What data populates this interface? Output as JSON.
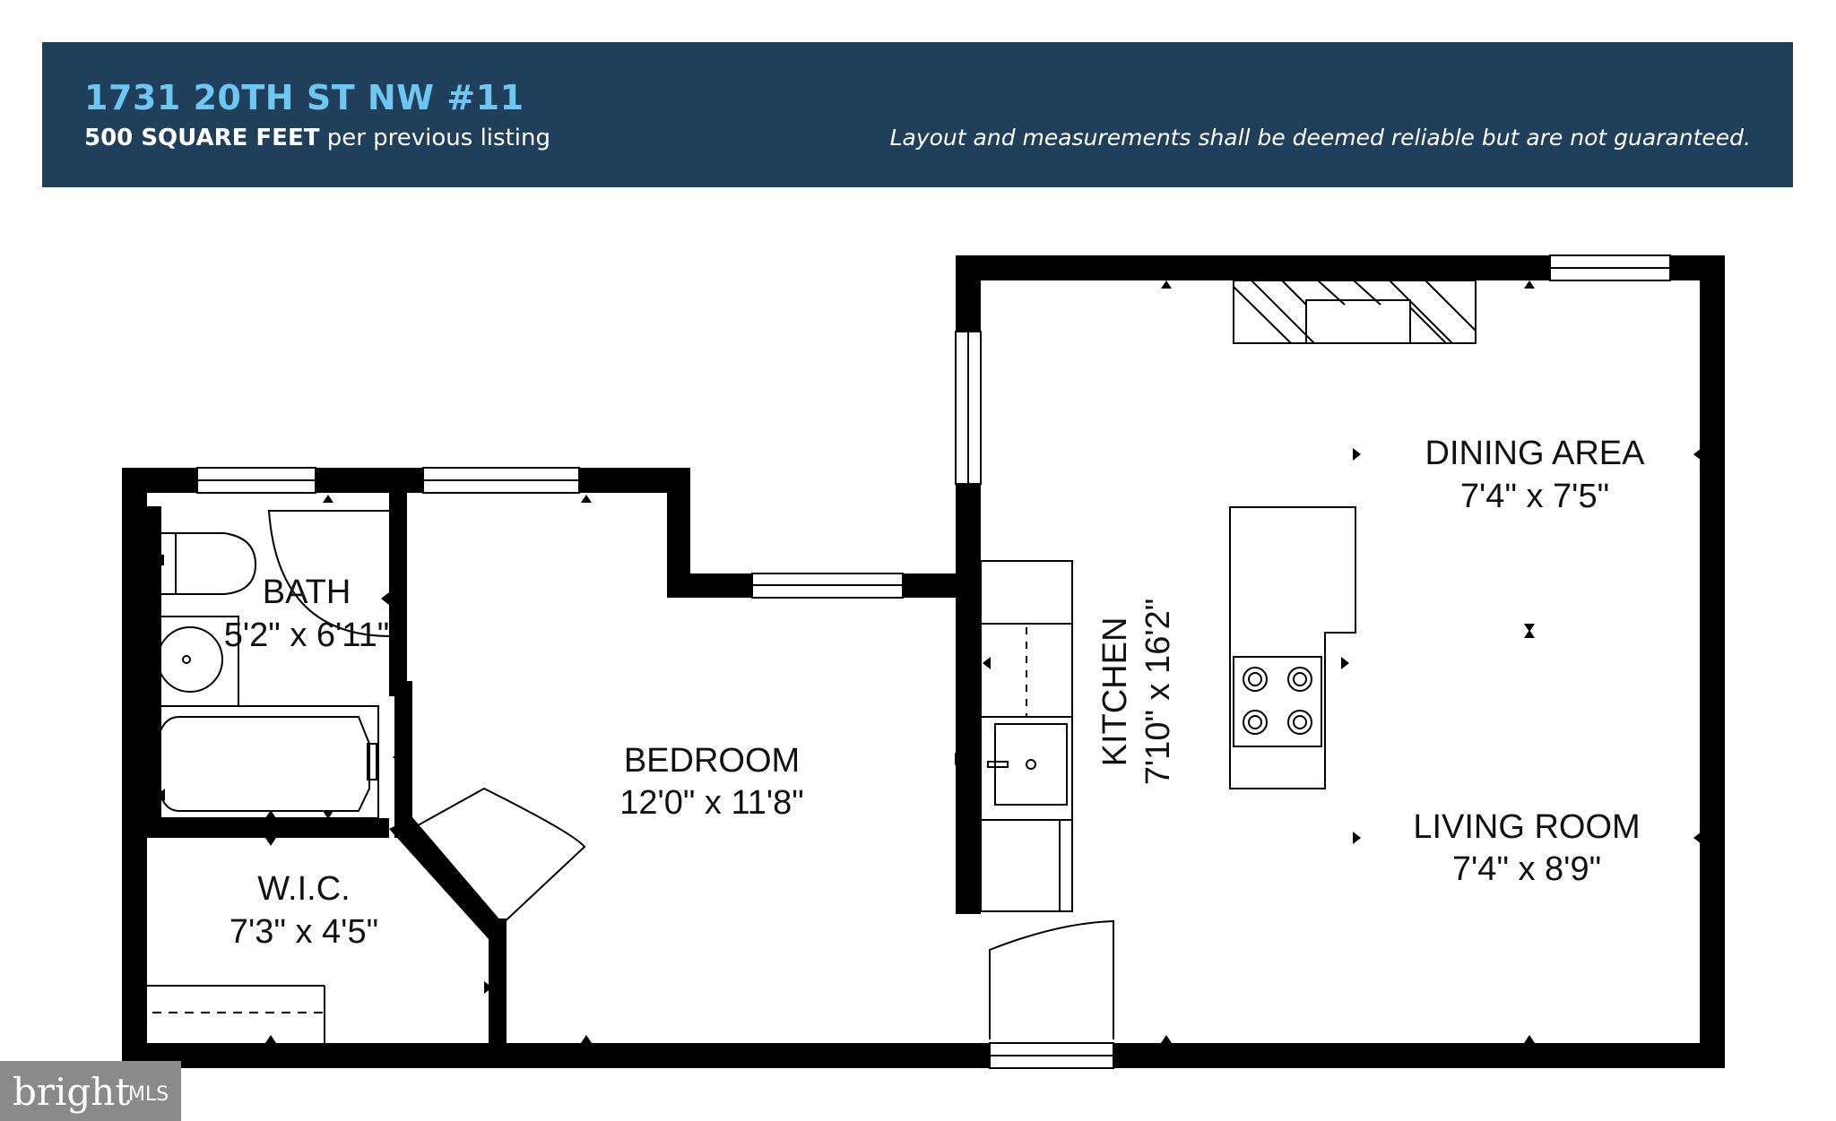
{
  "header": {
    "address": "1731 20TH ST NW #11",
    "sqft_bold": "500 SQUARE FEET",
    "sqft_rest": "per previous listing",
    "disclaimer": "Layout and measurements shall be deemed reliable but are not guaranteed."
  },
  "rooms": {
    "bath": {
      "name": "BATH",
      "dims": "5'2\" x 6'11\""
    },
    "bedroom": {
      "name": "BEDROOM",
      "dims": "12'0\" x 11'8\""
    },
    "wic": {
      "name": "W.I.C.",
      "dims": "7'3\" x 4'5\""
    },
    "kitchen": {
      "name": "KITCHEN",
      "dims": "7'10\" x 16'2\""
    },
    "dining": {
      "name": "DINING AREA",
      "dims": "7'4\" x 7'5\""
    },
    "living": {
      "name": "LIVING ROOM",
      "dims": "7'4\" x 8'9\""
    }
  },
  "badge": {
    "brand": "bright",
    "suffix": "MLS"
  },
  "colors": {
    "header_bg": "#1f3f5a",
    "title": "#6ec6f2",
    "wall": "#000000",
    "badge_bg": "#8a8a8a"
  }
}
